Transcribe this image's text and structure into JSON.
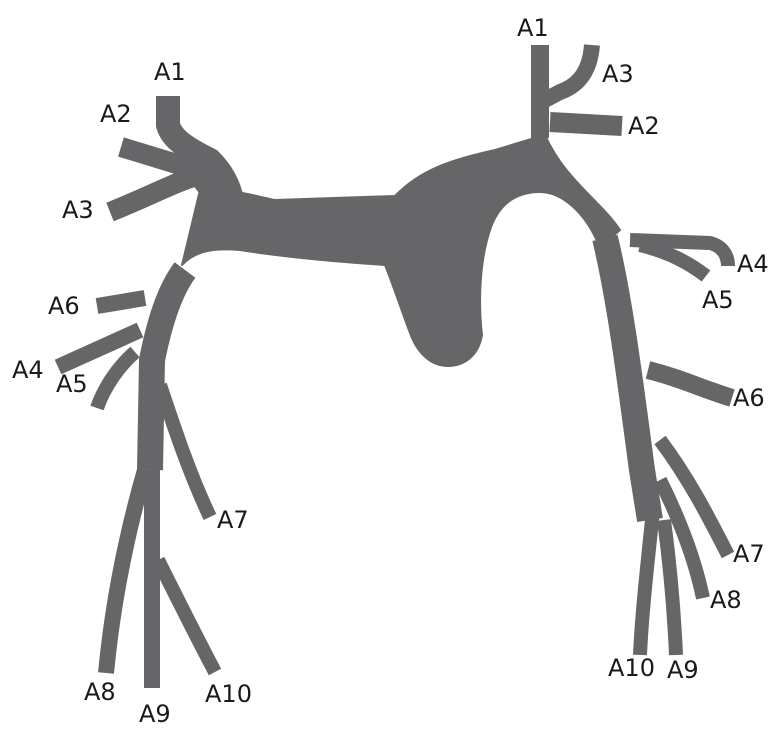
{
  "colors": {
    "vessel": "#666669",
    "label_text": "#1a1a1a",
    "background": "#ffffff"
  },
  "left_labels": {
    "a1": "A1",
    "a2": "A2",
    "a3": "A3",
    "a4": "A4",
    "a5": "A5",
    "a6": "A6",
    "a7": "A7",
    "a8": "A8",
    "a9": "A9",
    "a10": "A10"
  },
  "right_labels": {
    "a1": "A1",
    "a2": "A2",
    "a3": "A3",
    "a4": "A4",
    "a5": "A5",
    "a6": "A6",
    "a7": "A7",
    "a8": "A8",
    "a9": "A9",
    "a10": "A10"
  }
}
